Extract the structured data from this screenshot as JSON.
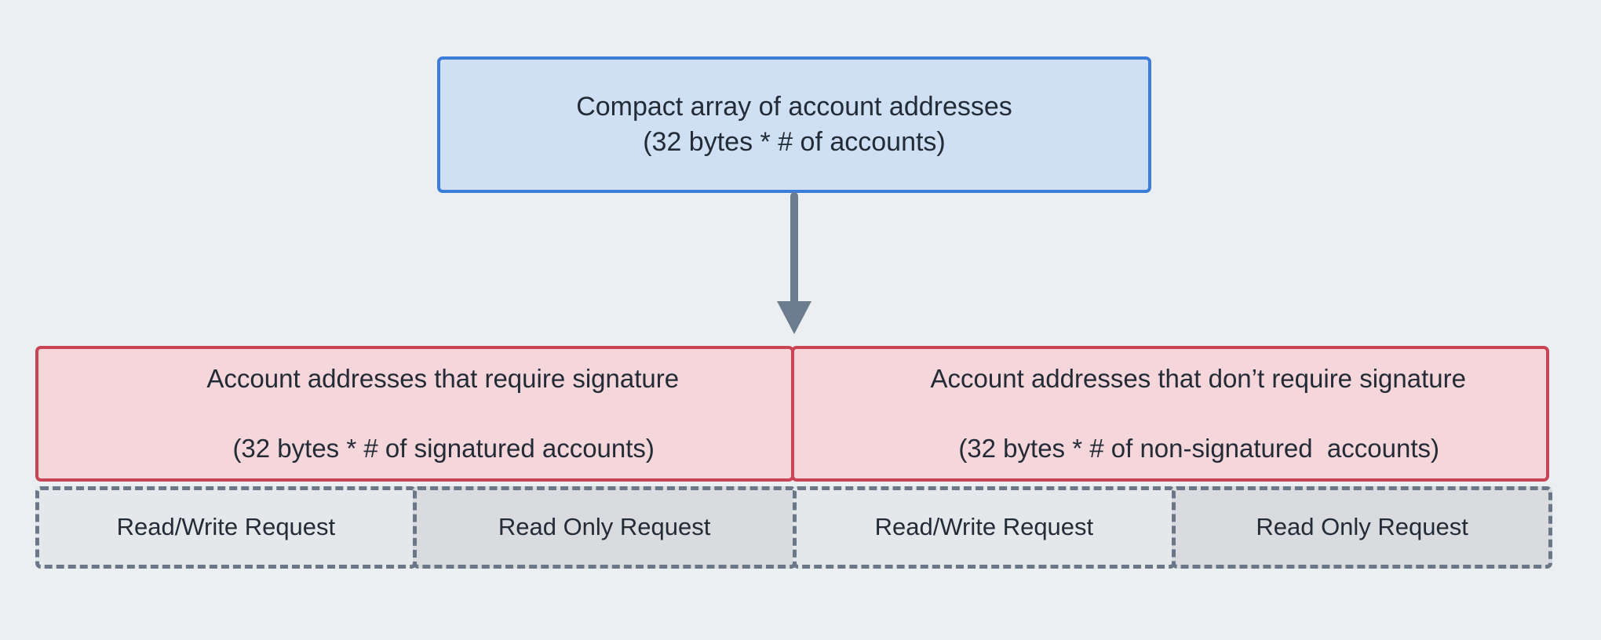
{
  "diagram": {
    "type": "flowchart",
    "background_color": "#eceff2",
    "top_node": {
      "label": "Compact array of account addresses\n(32 bytes * # of accounts)",
      "line1": "Compact array of account addresses",
      "line2": "(32 bytes * # of accounts)",
      "fill_color": "#cfe0f5",
      "border_color": "#3b7dd8"
    },
    "arrow": {
      "name": "down-arrow",
      "color": "#6b7c8e",
      "direction": "down"
    },
    "signature_groups": [
      {
        "line1": "Account addresses that require signature",
        "line2": "(32 bytes * # of signatured accounts)",
        "fill_color": "#f5d6da",
        "border_color": "#c94455"
      },
      {
        "line1": "Account addresses that don’t require signature",
        "line2": "(32 bytes * # of non-signatured  accounts)",
        "fill_color": "#f5d6da",
        "border_color": "#c94455"
      }
    ],
    "request_cells": [
      {
        "label": "Read/Write Request",
        "fill_color": "#e5e8ea",
        "border_color": "#6b7787"
      },
      {
        "label": "Read Only Request",
        "fill_color": "#d9dbde",
        "border_color": "#6b7787"
      },
      {
        "label": "Read/Write Request",
        "fill_color": "#e5e8ea",
        "border_color": "#6b7787"
      },
      {
        "label": "Read Only Request",
        "fill_color": "#d9dbde",
        "border_color": "#6b7787"
      }
    ],
    "text_color": "#232b36"
  }
}
